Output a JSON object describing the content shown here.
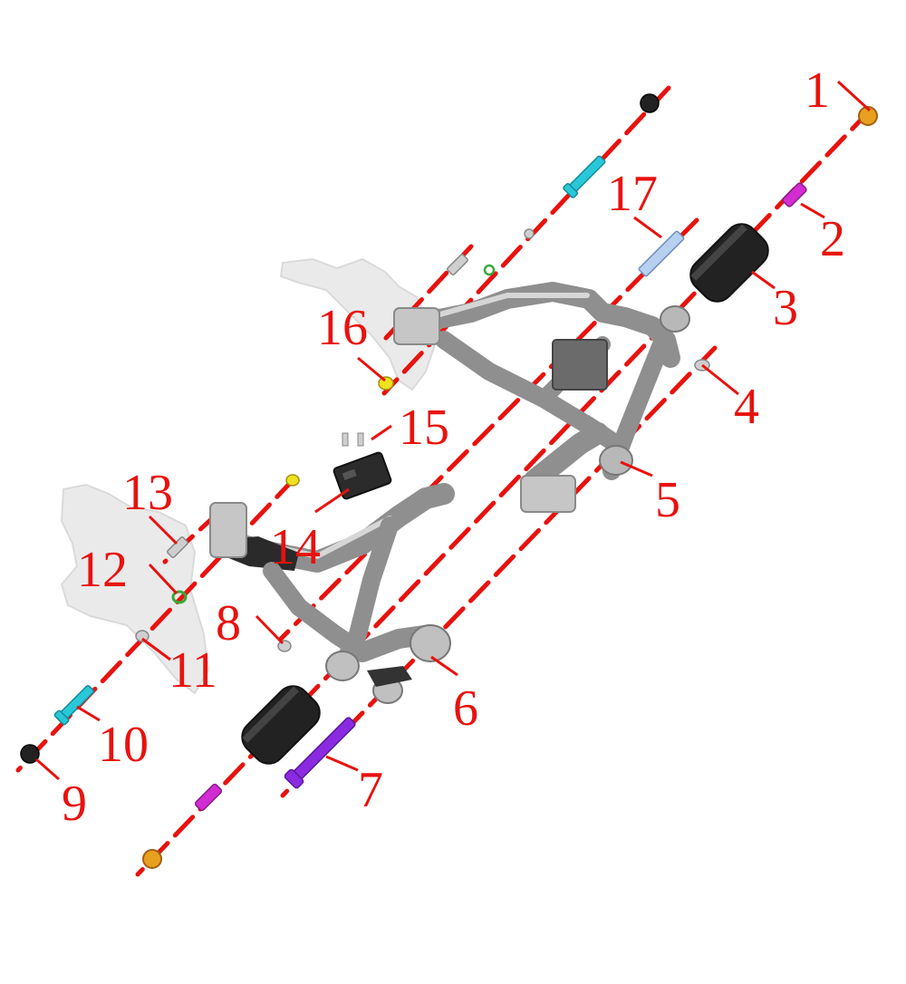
{
  "diagram": {
    "callouts": [
      "1",
      "2",
      "3",
      "4",
      "5",
      "6",
      "7",
      "8",
      "9",
      "10",
      "11",
      "12",
      "13",
      "14",
      "15",
      "16",
      "17"
    ]
  },
  "colors": {
    "axis_red": "#e8120e",
    "frame_grey": "#8f8f8f",
    "bracket_grey": "#d4d4d4",
    "slider_black": "#222222",
    "cap_gold": "#e8a020",
    "bolt_magenta": "#d22cd2",
    "bolt_purple": "#8a2be2",
    "spacer_cyan": "#28c8d8",
    "washer_green": "#3aa83a",
    "nut_yellow": "#f0e020"
  }
}
